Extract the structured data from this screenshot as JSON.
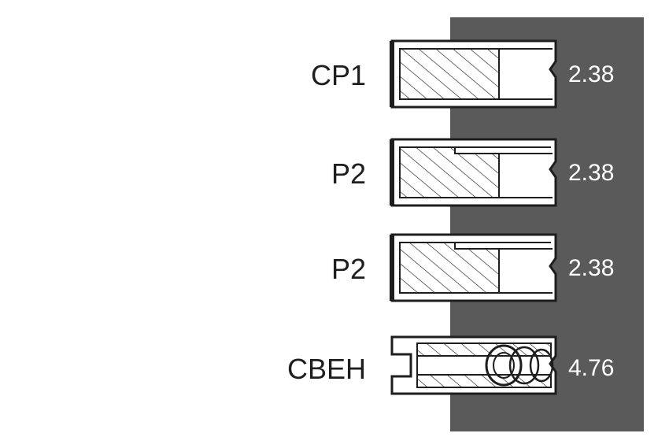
{
  "colors": {
    "panel": "#5a5a5a",
    "ink": "#1e1e1e",
    "value_text": "#ffffff",
    "background": "#ffffff"
  },
  "rings": [
    {
      "label": "СР1",
      "value": "2.38"
    },
    {
      "label": "Р2",
      "value": "2.38"
    },
    {
      "label": "Р2",
      "value": "2.38"
    },
    {
      "label": "СВЕН",
      "value": "4.76"
    }
  ]
}
